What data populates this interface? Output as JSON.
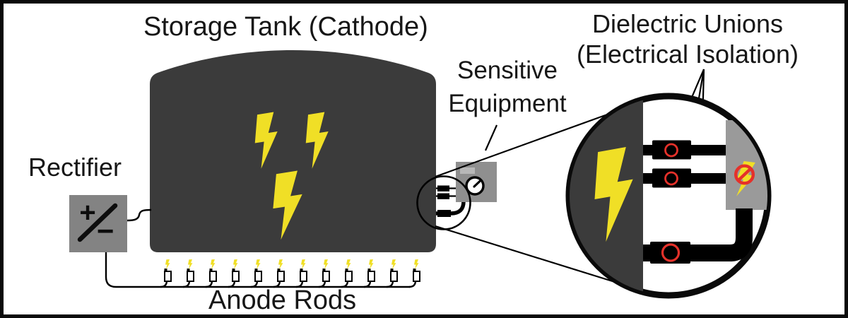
{
  "figure": {
    "title": "Storage Tank (Cathode)",
    "labels": {
      "rectifier": "Rectifier",
      "sensitive_equipment": [
        "Sensitive",
        "Equipment"
      ],
      "dielectric_unions": [
        "Dielectric Unions",
        "(Electrical Isolation)"
      ],
      "anode_rods": "Anode Rods"
    },
    "rectifier_symbols": {
      "plus": "+",
      "minus": "−"
    },
    "anode_rod_count": 12,
    "icons": {
      "lightning_bolt": "lightning-bolt-icon",
      "pressure_gauge": "pressure-gauge-icon",
      "no_current": "no-current-prohibition-icon",
      "dielectric_union": "union-ring-icon"
    },
    "colors": {
      "tank_dark_gray": "#3b3b3b",
      "rectifier_gray": "#838383",
      "equipment_gray": "#8f8f8f",
      "equipment_label_gray": "#b7b7b7",
      "lens_equipment_gray": "#9a9a9a",
      "bolt_yellow": "#f0df26",
      "alert_red": "#e5312a",
      "ink_black": "#0a0a0a",
      "background": "#ffffff"
    }
  }
}
